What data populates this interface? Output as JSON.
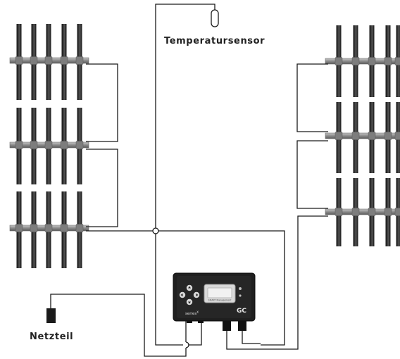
{
  "labels": {
    "temperature_sensor": "Temperatursensor",
    "power_supply": "Netzteil"
  },
  "controller": {
    "brand_line": "SMART Management",
    "series_label": "series",
    "series_suffix": "X",
    "logo_text": "GC"
  },
  "colors": {
    "line": "#1a1a1a",
    "tube": "#2b2b2b",
    "manifold": "#9a9a9a",
    "controller_body": "#1f1f1f"
  }
}
